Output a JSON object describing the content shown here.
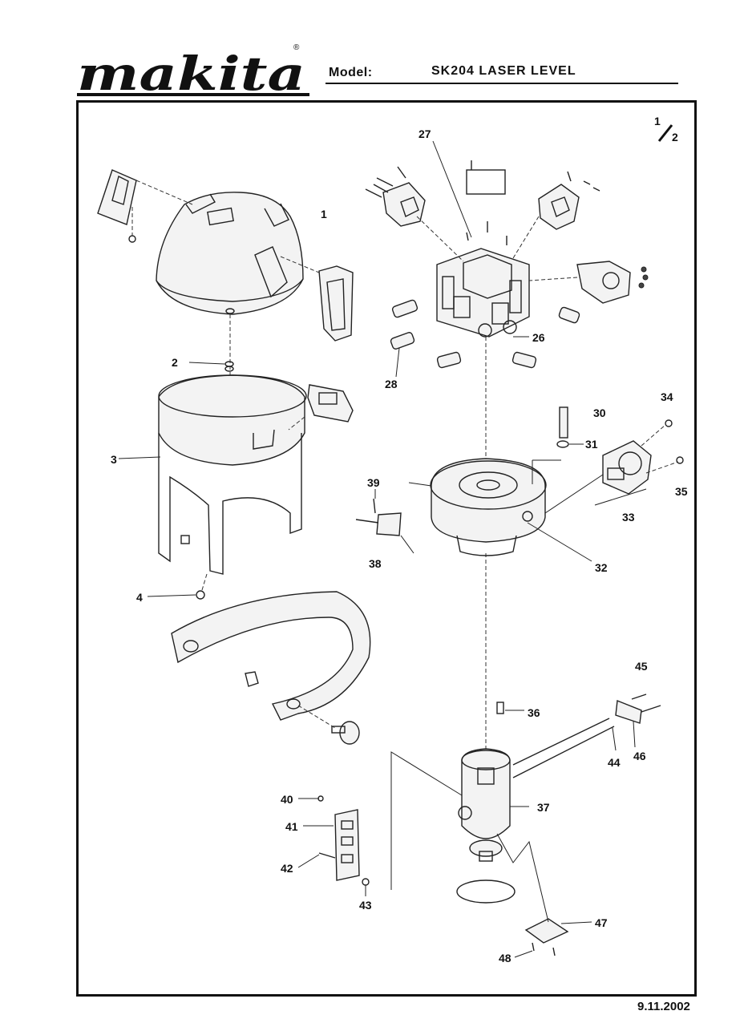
{
  "header": {
    "brand": "makita",
    "registered_mark": "®",
    "model_label": "Model:",
    "model_value": "SK204  LASER  LEVEL"
  },
  "page": {
    "sheet": "1",
    "of": "2"
  },
  "footer": {
    "date": "9.11.2002"
  },
  "callouts": [
    "1",
    "2",
    "3",
    "4",
    "26",
    "27",
    "28",
    "30",
    "31",
    "32",
    "33",
    "34",
    "35",
    "36",
    "37",
    "38",
    "39",
    "40",
    "41",
    "42",
    "43",
    "44",
    "45",
    "46",
    "47",
    "48"
  ]
}
